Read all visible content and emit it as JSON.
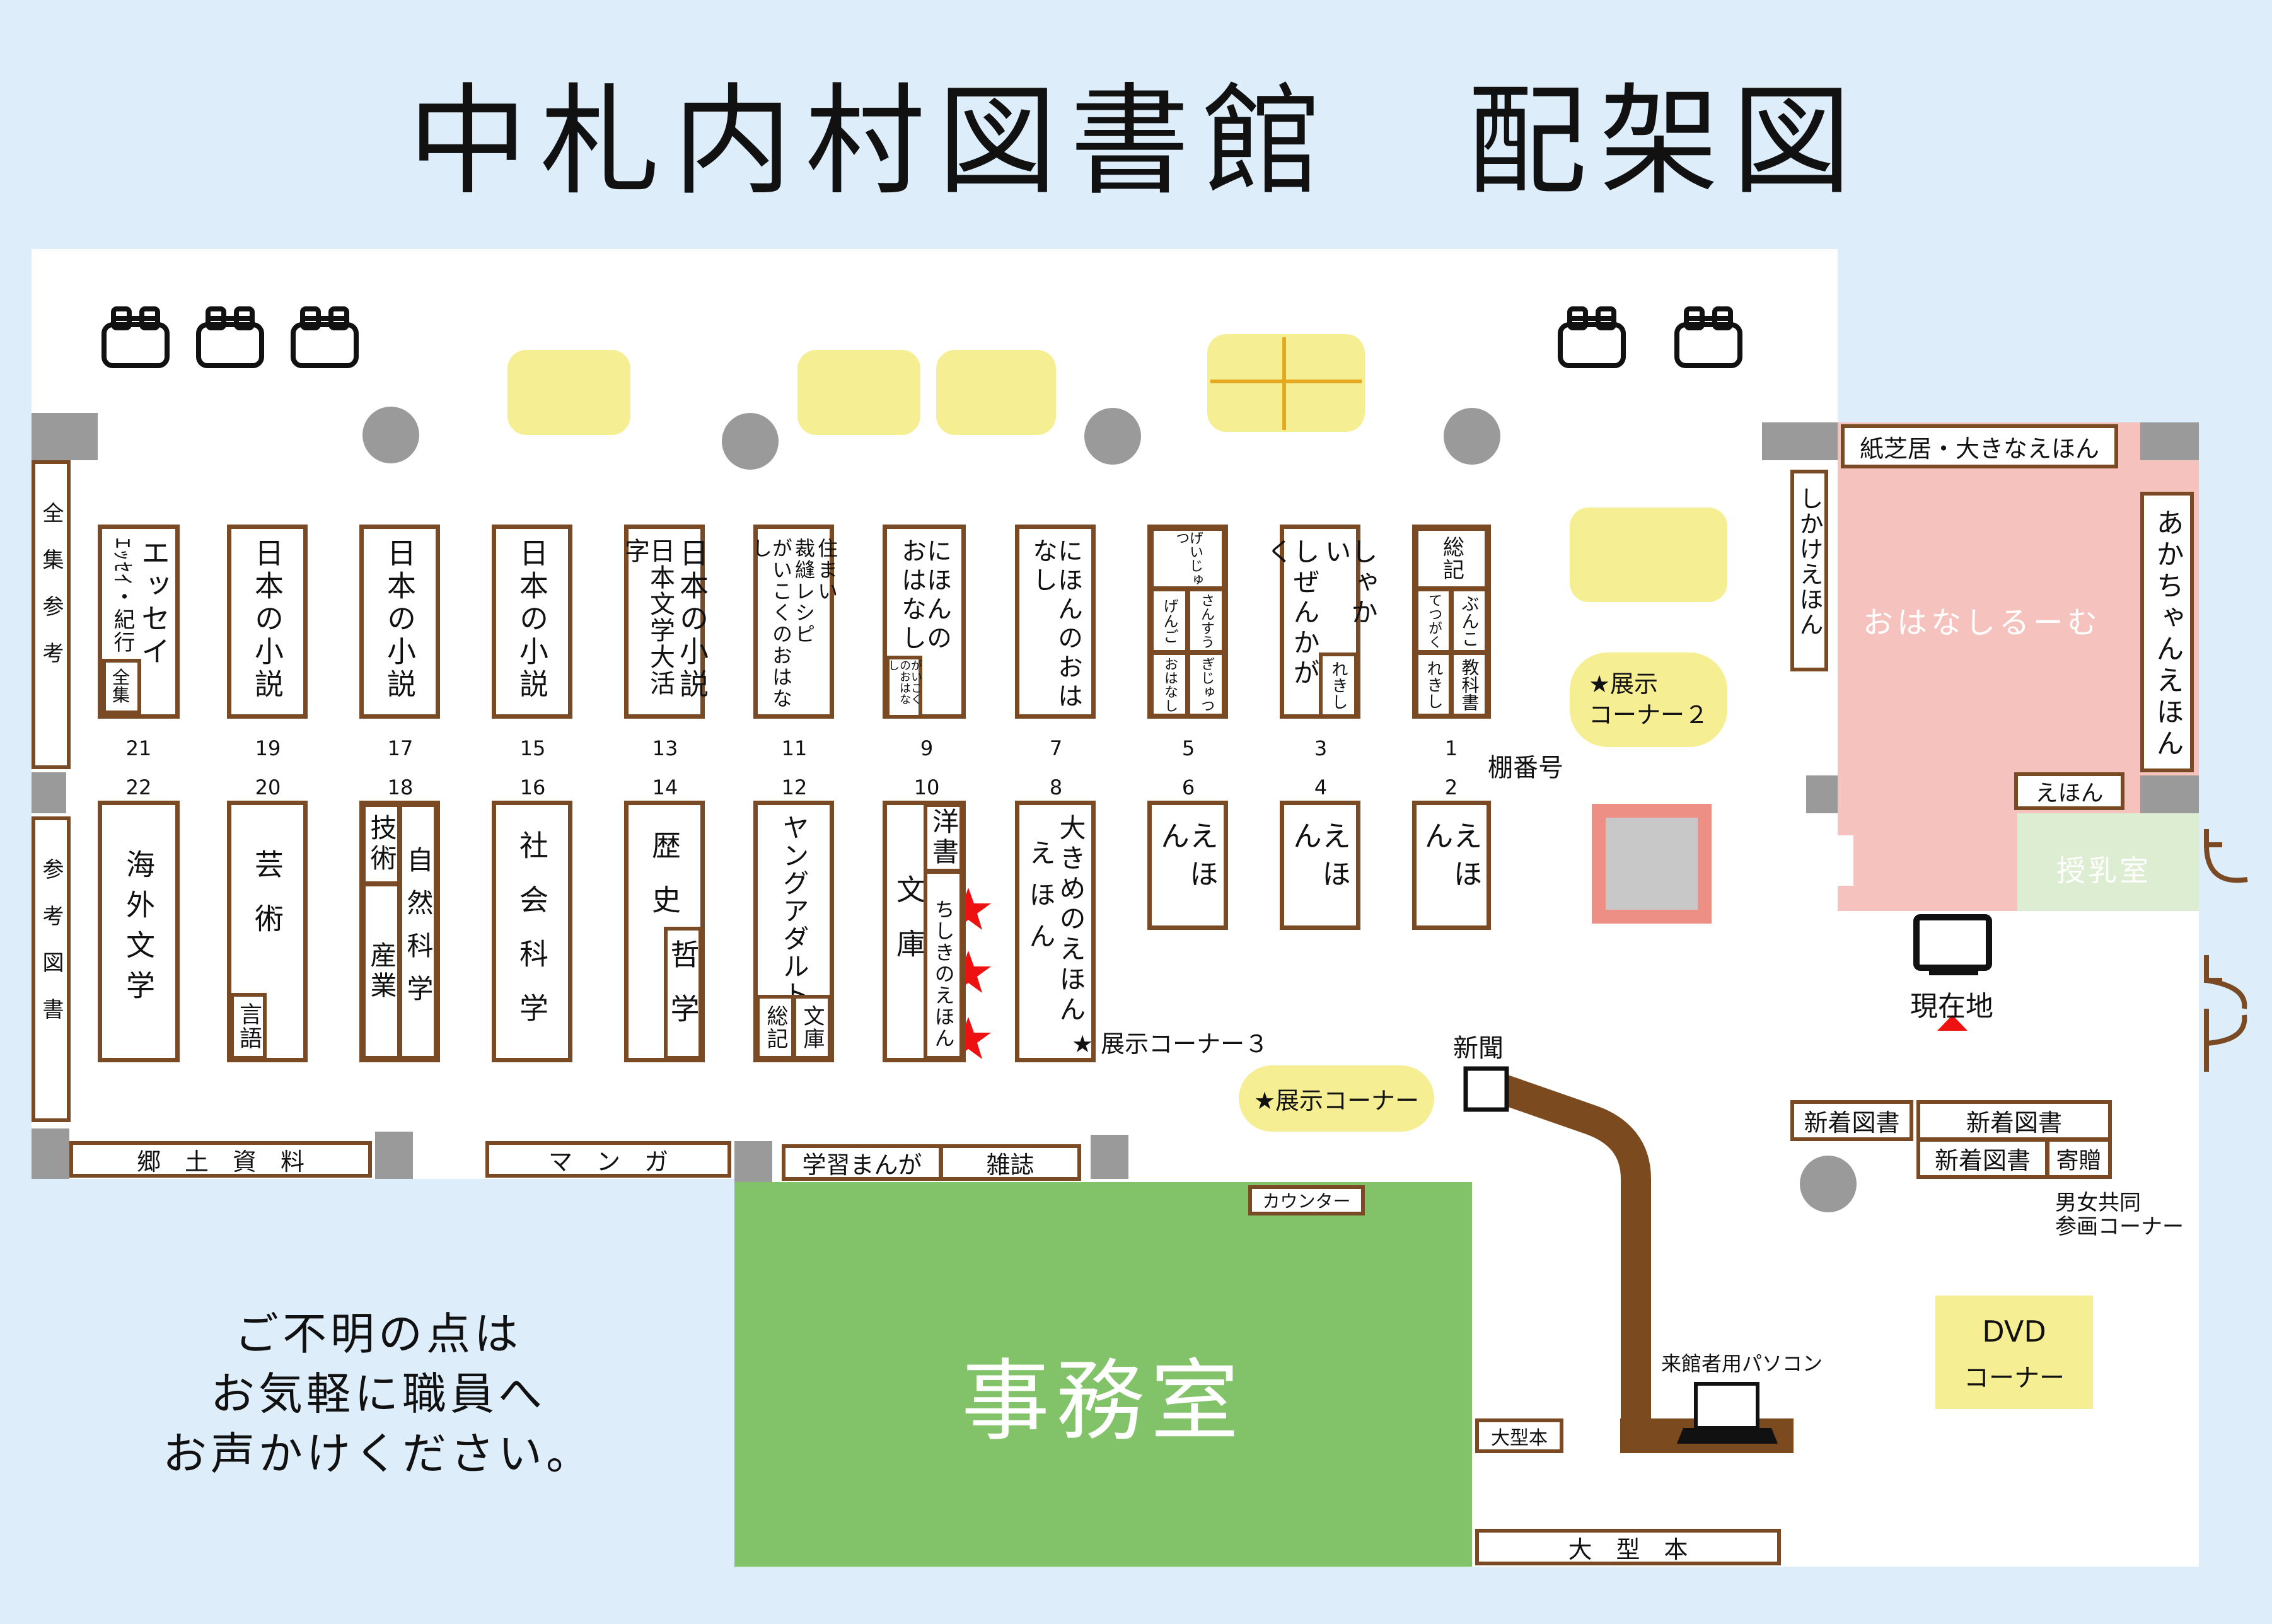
{
  "title": "中札内村図書館　配架図",
  "colors": {
    "background": "#ddeefa",
    "floor": "#ffffff",
    "shelf_border": "#7a4a24",
    "office": "#82c36a",
    "story_room": "#f6c2be",
    "nursing_room": "#dcedd2",
    "table": "#f6ee93",
    "pillar": "#9a9a9a",
    "star": "#ee1111",
    "cable": "#7b4b1f"
  },
  "shelves": {
    "s21": {
      "left": "エッセイ",
      "right": "ｴｯｾｲ・紀行",
      "sub": "全集"
    },
    "s19": {
      "label": "日本の小説"
    },
    "s17": {
      "label": "日本の小説"
    },
    "s15": {
      "label": "日本の小説"
    },
    "s13": {
      "top": "日本文学大活字",
      "label": "日本の小説"
    },
    "s11": {
      "left": "がいこくのおはなし",
      "mid": "裁縫レシピ",
      "right": "住まい"
    },
    "s9": {
      "top": "にほんのおはなし",
      "sub": "がいこくのおはなし"
    },
    "s7": {
      "label": "にほんのおはなし"
    },
    "s5": {
      "top": "げいじゅつ",
      "m1": "げんご",
      "m2": "さんすう",
      "b1": "おはなし",
      "b2": "ぎじゅつ"
    },
    "s3": {
      "left": "しゃかい",
      "right": "しぜんかがく",
      "sub": "れきし"
    },
    "s1": {
      "top": "総記",
      "m1": "てつがく",
      "m2": "ぶんこ",
      "b1": "れきし",
      "b2": "教科書"
    },
    "s22": {
      "label": "海外文学"
    },
    "s20": {
      "label": "芸術",
      "sub": "言語"
    },
    "s18": {
      "left": "技術",
      "left2": "産業",
      "right": "自然科学"
    },
    "s16": {
      "label": "社会科学"
    },
    "s14": {
      "label": "歴史",
      "sub": "哲学"
    },
    "s12": {
      "label": "ヤングアダルト",
      "sub1": "総記",
      "sub2": "文庫"
    },
    "s10": {
      "left": "文庫",
      "right_top": "洋書",
      "right": "ちしきのえほん"
    },
    "s8": {
      "left": "大きめのえほん",
      "right": "えほん"
    },
    "s6": {
      "label": "えほん"
    },
    "s4": {
      "label": "えほん"
    },
    "s2": {
      "label": "えほん"
    }
  },
  "shelf_numbers": {
    "top": [
      "21",
      "19",
      "17",
      "15",
      "13",
      "11",
      "9",
      "7",
      "5",
      "3",
      "1"
    ],
    "bottom": [
      "22",
      "20",
      "18",
      "16",
      "14",
      "12",
      "10",
      "8",
      "6",
      "4",
      "2"
    ]
  },
  "wall_shelves": {
    "left_top": "全集参考",
    "left_bottom": "参考図書",
    "kyodo": "郷　土　資　料",
    "manga": "マ　ン　ガ",
    "gakushu": "学習まんが",
    "zasshi": "雑誌",
    "kamishibai": "紙芝居・大きなえほん",
    "shikake": "しかけえほん",
    "akachan": "あかちゃんえほん",
    "ehon": "えほん",
    "shinchaku1": "新着図書",
    "shinchaku2": "新着図書",
    "shinchaku3": "新着図書",
    "kizo": "寄贈",
    "oogata": "大　型　本",
    "oogata_small": "大型本",
    "counter": "カウンター"
  },
  "labels": {
    "tanaban": "棚番号",
    "tenji2": "★展示\nコーナー２",
    "tenji3": "★ 展示コーナー３",
    "tenji": "★展示コーナー",
    "shinbun": "新聞",
    "genzaichi": "現在地",
    "ohanashi": "おはなしるーむ",
    "junyu": "授乳室",
    "danjo1": "男女共同",
    "danjo2": "参画コーナー",
    "dvd1": "DVD",
    "dvd2": "コーナー",
    "pc": "来館者用パソコン",
    "office": "事務室",
    "note1": "ご不明の点は",
    "note2": "お気軽に職員へ",
    "note3": "お声かけください。"
  }
}
